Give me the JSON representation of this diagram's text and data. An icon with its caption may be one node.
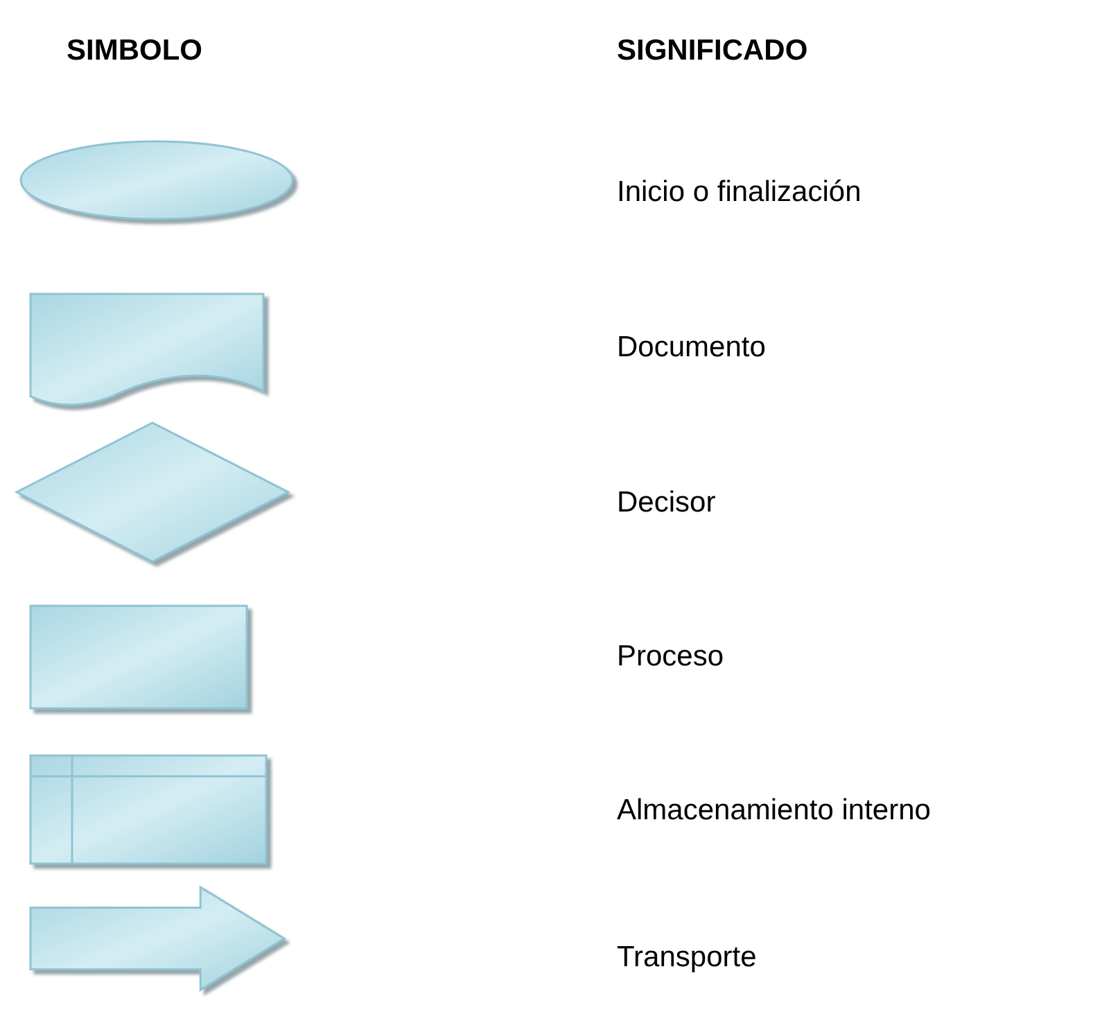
{
  "diagram": {
    "nodes": [
      {
        "text": [],
        "shape": "ellipse"
      },
      {
        "text": [],
        "shape": "document"
      },
      {
        "text": [],
        "shape": "diamond"
      },
      {
        "text": [],
        "shape": "box"
      },
      {
        "text": [],
        "shape": "storage"
      },
      {
        "text": [],
        "shape": "arrow"
      }
    ],
    "labels": [
      "SIMBOLO",
      "SIGNIFICADO",
      "Inicio o finalización",
      "Documento",
      "Decisor",
      "Proceso",
      "Almacenamiento interno",
      "Transporte"
    ]
  }
}
